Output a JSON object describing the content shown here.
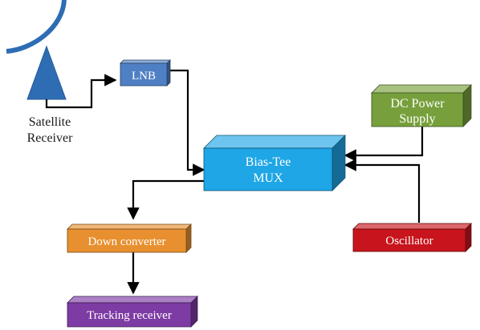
{
  "antenna": {
    "label_line1": "Satellite",
    "label_line2": "Receiver",
    "color": "#2e6db4"
  },
  "blocks": {
    "lnb": {
      "label": "LNB",
      "color": "#4f7fc4"
    },
    "dc_power": {
      "label_line1": "DC Power",
      "label_line2": "Supply",
      "color": "#77a03c"
    },
    "bias_tee": {
      "label_line1": "Bias-Tee",
      "label_line2": "MUX",
      "color": "#1ea6e6"
    },
    "down_converter": {
      "label": "Down converter",
      "color": "#e8902f"
    },
    "oscillator": {
      "label": "Oscillator",
      "color": "#c8141c"
    },
    "tracking_receiver": {
      "label": "Tracking receiver",
      "color": "#7d3ba4"
    }
  }
}
